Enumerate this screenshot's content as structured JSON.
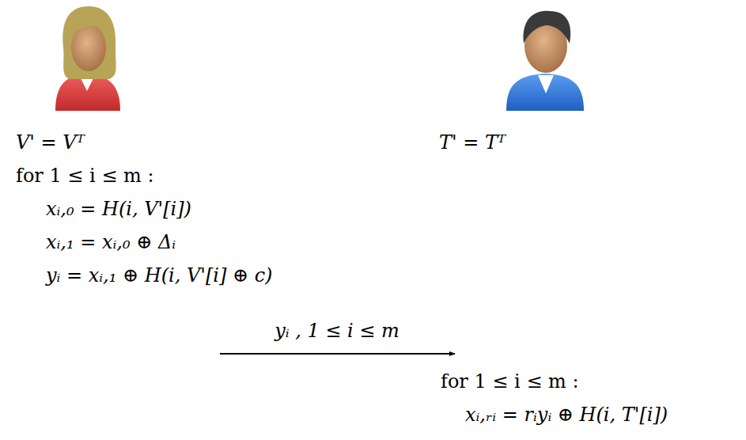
{
  "diagram": {
    "labels": [
      "V' = Vᵀ",
      "for 1 ≤ i ≤ m :",
      "xᵢ,₀ = H(i, V'[i])",
      "xᵢ,₁ = xᵢ,₀ ⊕ Δᵢ",
      "yᵢ = xᵢ,₁ ⊕ H(i, V'[i] ⊕ c)",
      "yᵢ , 1 ≤ i ≤ m",
      "T' = Tᵀ",
      "for 1 ≤ i ≤ m :",
      "xᵢ,ᵣᵢ = rᵢyᵢ ⊕ H(i, T'[i])"
    ]
  }
}
